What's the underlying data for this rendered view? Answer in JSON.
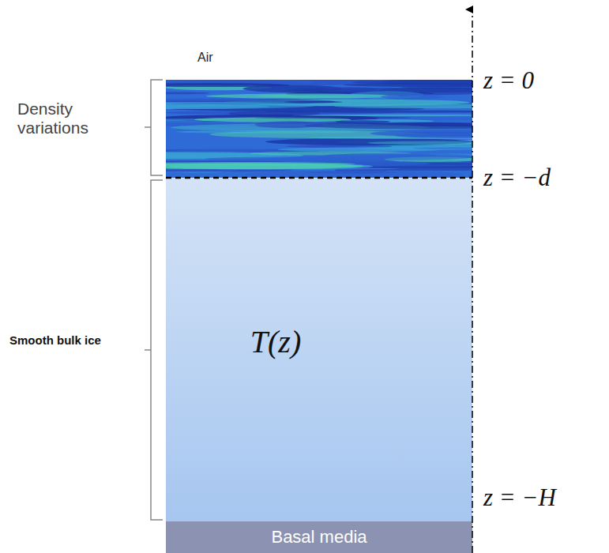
{
  "diagram": {
    "nodes": [
      {
        "text": [
          "T(z)"
        ]
      },
      {
        "text": [
          "Basal media"
        ]
      }
    ],
    "labels": [
      "Air",
      "Density variations",
      "Smooth bulk ice",
      "z = 0",
      "z = −d",
      "z = −H"
    ]
  }
}
